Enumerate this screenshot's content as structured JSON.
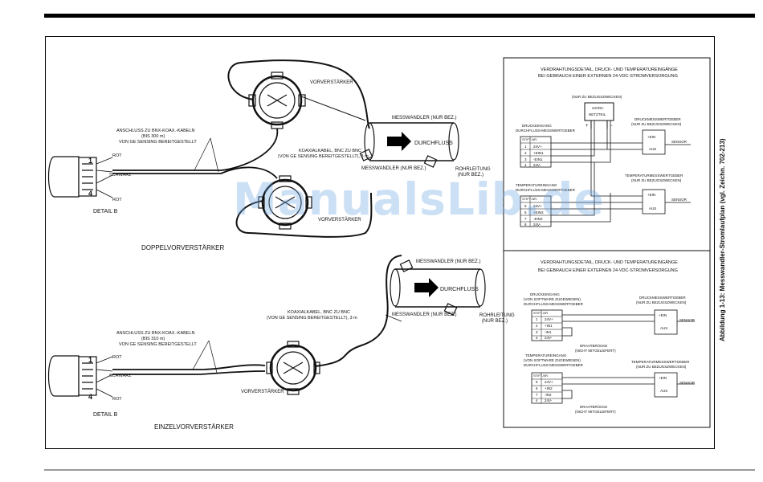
{
  "labels": {
    "vorverstaerker": "VORVERSTÄRKER",
    "messwandler_nur_bez": "MESSWANDLER (NUR BEZ.)",
    "messwandler_nur_bez2": "MESSWANDLER (NUR BEZ.)",
    "durchfluss": "DURCHFLUSS",
    "anschluss_line1": "ANSCHLUSS ZU BNX-KOAX.-KABELN",
    "anschluss_line2": "(BIS 300 m)",
    "anschluss_line3": "VON GE SENSING BEREITGESTELLT",
    "koax_line1": "KOAXIALKABEL, BNC ZU BNC",
    "koax_line2": "(VON GE SENSING BEREITGESTELLT), 3 m",
    "rot": "ROT",
    "schwarz": "SCHWARZ",
    "pin1": "1",
    "pin4": "4",
    "detail_b": "DETAIL B",
    "rohrleitung": "ROHRLEITUNG",
    "rohrleitung2": "(NUR BEZ.)",
    "doppel": "DOPPELVORVERSTÄRKER",
    "einzel": "EINZELVORVERSTÄRKER",
    "anschluss2_line2": "(BIS 310 m)"
  },
  "panel_top": {
    "title1": "VERDRAHTUNGSDETAIL, DRUCK- UND TEMPERATUREINGÄNGE",
    "title2": "BEI GEBRAUCH EINER EXTERNEN 24-VDC-STROMVERSORGUNG",
    "nur_bezug": "(NUR ZU BEZUGSZWECKEN)",
    "netzteil1": "24VDC",
    "netzteil2": "NETZTEIL",
    "plus": "+",
    "minus": "−",
    "druckeingang1": "DRUCKEINGANG",
    "druckeingang2": "DURCHFLUSS-MESSWERTGEBER",
    "stift": "STIFT-NR.",
    "pins_a": [
      "1",
      "2",
      "3",
      "4"
    ],
    "sig_a": [
      "24V+",
      "+EIN1",
      "-EIN1",
      "24V-"
    ],
    "druckgeber1": "DRUCKMESSWERTGEBER",
    "druckgeber2": "(NUR ZU BEZUGSZWECKEN)",
    "ein": "+EIN",
    "aus": "AUS",
    "sensor": "SENSOR",
    "tempeingang1": "TEMPERATUREINGANG",
    "tempeingang2": "DURCHFLUSS-MESSWERTGEBER",
    "pins_b": [
      "5",
      "6",
      "7",
      "8"
    ],
    "sig_b": [
      "24V+",
      "+EIN2",
      "-EIN2",
      "24V-"
    ],
    "tempgeber1": "TEMPERATURMESSWERTGEBER",
    "tempgeber2": "(NUR ZU BEZUGSZWECKEN)"
  },
  "panel_bottom": {
    "title1": "VERDRAHTUNGSDETAIL, DRUCK- UND TEMPERATUREINGÄNGE",
    "title2": "BEI GEBRAUCH EINER EXTERNEN 24-VDC-STROMVERSORGUNG",
    "druckeingang1": "DRUCKEINGANG",
    "druckeingang2": "(VON SOFTWARE ZUGEWIESEN)",
    "druckeingang3": "DURCHFLUSS-MESSWERTGEBER",
    "stift": "STIFT-NR.",
    "pins_a": [
      "1",
      "2",
      "3",
      "4"
    ],
    "sig_a": [
      "24V+",
      "+IN1",
      "-IN1",
      "24V-"
    ],
    "druckgeber1": "DRUCKMESSWERTGEBER",
    "druckgeber2": "(NUR ZU BEZUGSZWECKEN)",
    "ein": "+EIN",
    "aus": "AUS",
    "sensor": "SENSOR",
    "drahtbruecke1": "DRAHTBRÜCKE",
    "drahtbruecke2": "(NICHT MITGELIEFERT)",
    "tempeingang1": "TEMPERATUREINGANG",
    "tempeingang2": "(VON SOFTWARE ZUGEWIESEN)",
    "tempeingang3": "DURCHFLUSS-MESSWERTGEBER",
    "pins_b": [
      "5",
      "6",
      "7",
      "4"
    ],
    "sig_b": [
      "24V+",
      "+IN2",
      "-IN2",
      "24V-"
    ],
    "tempgeber1": "TEMPERATURMESSWERTGEBER",
    "tempgeber2": "(NUR ZU BEZUGSZWECKEN)"
  },
  "side_caption": "Abbildung 1-13: Messwandler-Stromlaufplan (vgl. Zeichn. 702-213)",
  "watermark": "ManualsLib.de"
}
